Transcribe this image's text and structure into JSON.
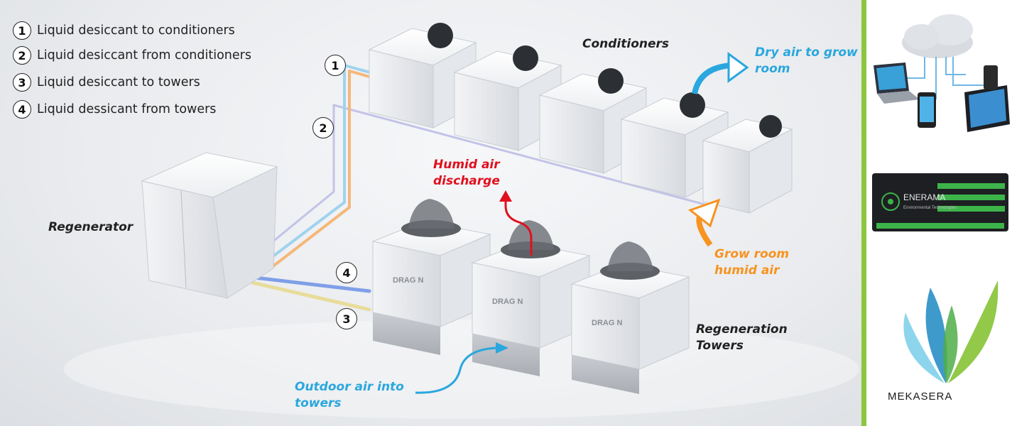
{
  "legend": [
    {
      "num": "1",
      "text": "Liquid desiccant to conditioners"
    },
    {
      "num": "2",
      "text": "Liquid desiccant from conditioners"
    },
    {
      "num": "3",
      "text": "Liquid desiccant to towers"
    },
    {
      "num": "4",
      "text": "Liquid dessicant from towers"
    }
  ],
  "markers": {
    "m1": "1",
    "m2": "2",
    "m3": "3",
    "m4": "4"
  },
  "labels": {
    "conditioners": "Conditioners",
    "dry_air": [
      "Dry air to grow",
      "room"
    ],
    "humid_discharge": [
      "Humid air",
      "discharge"
    ],
    "regenerator": "Regenerator",
    "grow_room": [
      "Grow room",
      "humid air"
    ],
    "regen_towers": [
      "Regeneration",
      "Towers"
    ],
    "outdoor_air": [
      "Outdoor air into",
      "towers"
    ]
  },
  "tower_brand": "DRAG N",
  "controller_brand": "ENERAMA",
  "controller_sub": "Environmental Technologies",
  "logo_text": "MEKASERA",
  "colors": {
    "divider": "#8cc63f",
    "red": "#e0101e",
    "blue": "#2aa7de",
    "orange": "#f7931e",
    "pipe_blue": "#9fd3ee",
    "pipe_orange": "#f5b77a",
    "pipe_violet": "#c3c3e8"
  }
}
